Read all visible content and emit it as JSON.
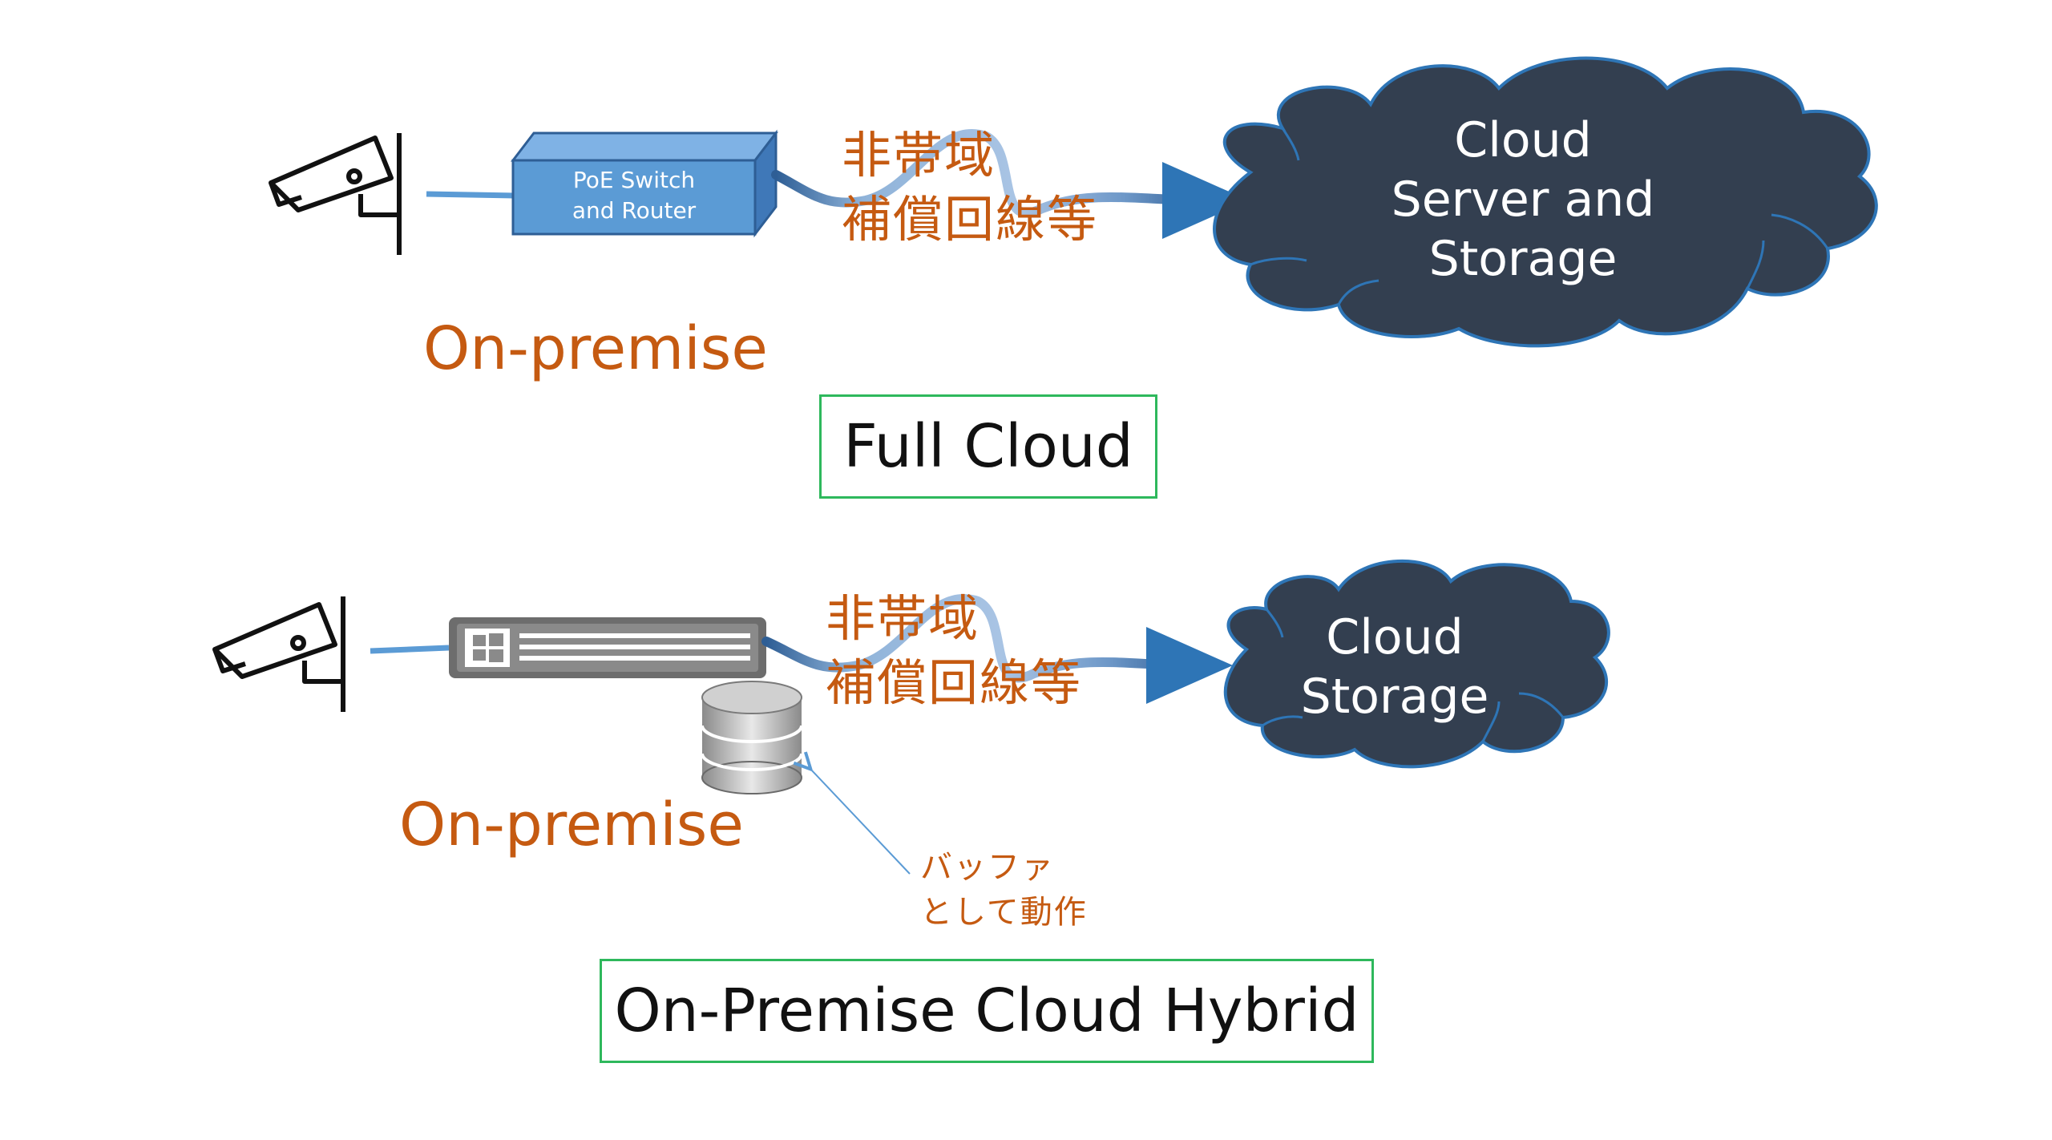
{
  "full_cloud": {
    "switch_label_line1": "PoE Switch",
    "switch_label_line2": "and Router",
    "link_label_line1": "非帯域",
    "link_label_line2": "補償回線等",
    "cloud_line1": "Cloud",
    "cloud_line2": "Server and",
    "cloud_line3": "Storage",
    "location_label": "On-premise",
    "title": "Full Cloud"
  },
  "hybrid": {
    "link_label_line1": "非帯域",
    "link_label_line2": "補償回線等",
    "cloud_line1": "Cloud",
    "cloud_line2": "Storage",
    "location_label": "On-premise",
    "buffer_note_line1": "バッファ",
    "buffer_note_line2": "として動作",
    "title": "On-Premise Cloud Hybrid"
  },
  "colors": {
    "accent_orange": "#C55A11",
    "cloud_fill": "#333F50",
    "cloud_stroke": "#2E75B6",
    "line_blue": "#5B9BD5",
    "switch_fill": "#5B9BD5",
    "title_border": "#2EB85C"
  },
  "icons": [
    "camera-icon",
    "switch-icon",
    "server-icon",
    "database-icon",
    "cloud-icon",
    "arrow-icon"
  ]
}
